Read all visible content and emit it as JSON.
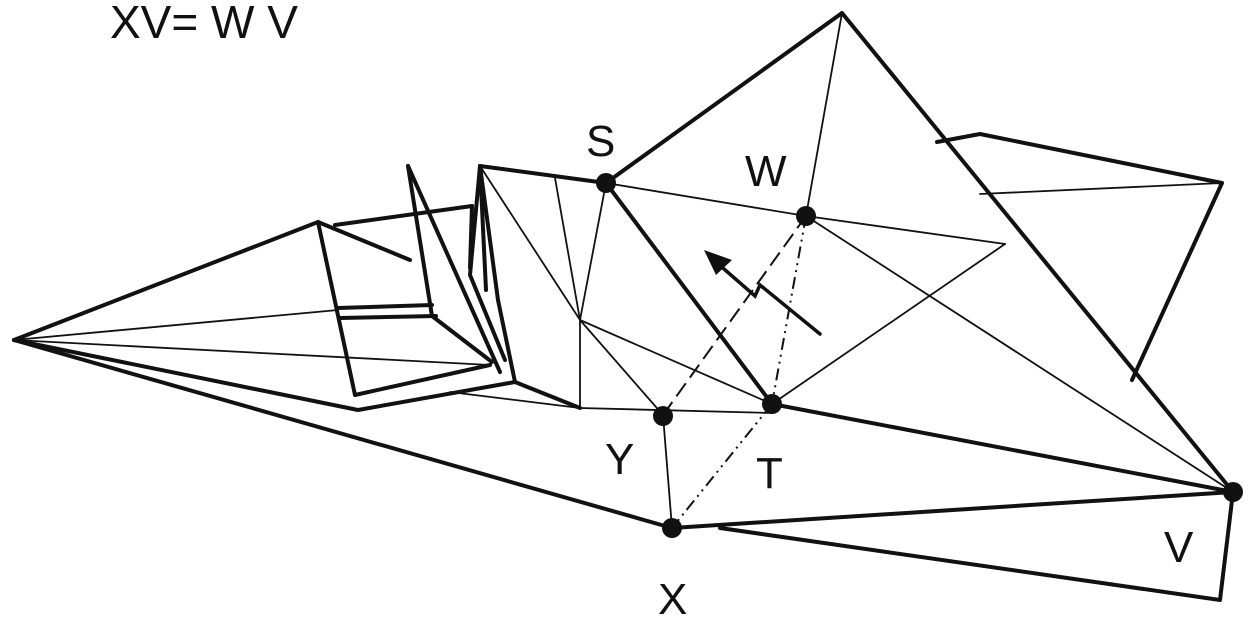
{
  "formula": "XV= W V",
  "points": {
    "S": "S",
    "W": "W",
    "Y": "Y",
    "T": "T",
    "X": "X",
    "V": "V"
  },
  "colors": {
    "ink": "#111111",
    "background": "#ffffff"
  }
}
